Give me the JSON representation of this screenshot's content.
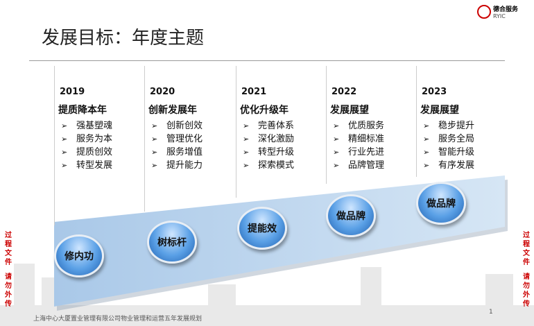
{
  "logo": {
    "text": "德合服务",
    "sub": "RYIC"
  },
  "title": "发展目标：年度主题",
  "columns": [
    {
      "year": "2019",
      "theme": "提质降本年",
      "items": [
        "强基塑魂",
        "服务为本",
        "提质创效",
        "转型发展"
      ],
      "bubble": "修内功"
    },
    {
      "year": "2020",
      "theme": "创新发展年",
      "items": [
        "创新创效",
        "管理优化",
        "服务增值",
        "提升能力"
      ],
      "bubble": "树标杆"
    },
    {
      "year": "2021",
      "theme": "优化升级年",
      "items": [
        "完善体系",
        "深化激励",
        "转型升级",
        "探索模式"
      ],
      "bubble": "提能效"
    },
    {
      "year": "2022",
      "theme": "发展展望",
      "items": [
        "优质服务",
        "精细标准",
        "行业先进",
        "品牌管理"
      ],
      "bubble": "做品牌"
    },
    {
      "year": "2023",
      "theme": "发展展望",
      "items": [
        "稳步提升",
        "服务全局",
        "智能升级",
        "有序发展"
      ],
      "bubble": "做品牌"
    }
  ],
  "arrow": "➢",
  "side_note": {
    "line1": "过程文件",
    "line2": "请勿外传"
  },
  "footer": "上海中心大厦置业管理有限公司物业管理和运营五年发展规划",
  "page_number": "1"
}
